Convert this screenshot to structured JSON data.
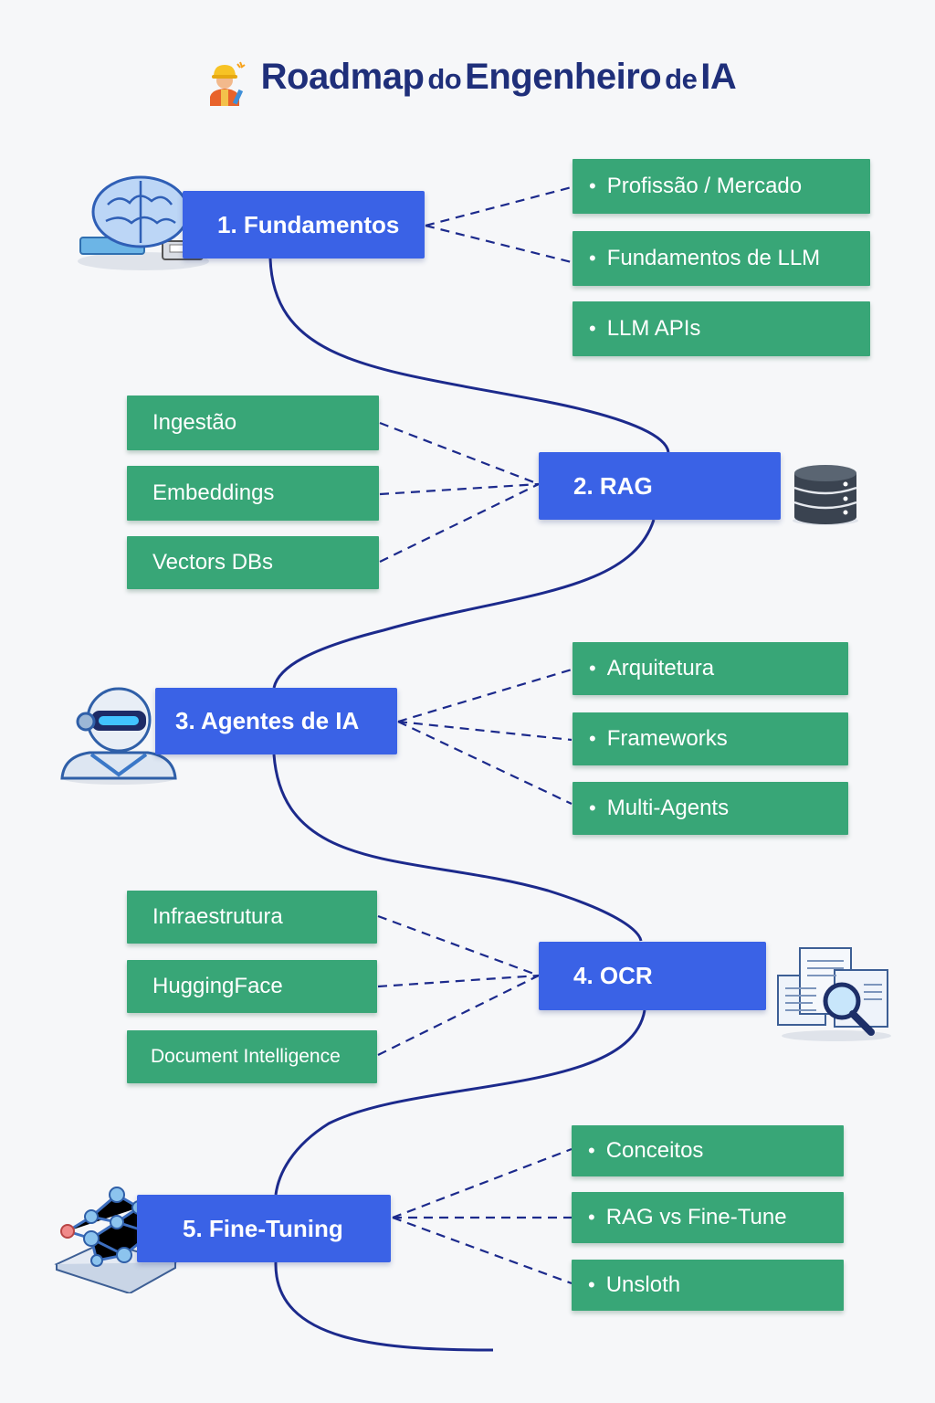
{
  "title": {
    "part1": "Roadmap",
    "part2": "do",
    "part3": "Engenheiro",
    "part4": "de",
    "part5": "IA",
    "icon": "construction-worker-icon"
  },
  "stages": [
    {
      "label": "1. Fundamentos",
      "icon": "brain-icon"
    },
    {
      "label": "2. RAG",
      "icon": "database-icon"
    },
    {
      "label": "3. Agentes de IA",
      "icon": "robot-icon"
    },
    {
      "label": "4. OCR",
      "icon": "document-search-icon"
    },
    {
      "label": "5. Fine-Tuning",
      "icon": "neural-network-icon"
    }
  ],
  "topics": {
    "fundamentos": [
      "Profissão / Mercado",
      "Fundamentos de LLM",
      "LLM APIs"
    ],
    "rag": [
      "Ingestão",
      "Embeddings",
      "Vectors DBs"
    ],
    "agentes": [
      "Arquitetura",
      "Frameworks",
      "Multi-Agents"
    ],
    "ocr": [
      "Infraestrutura",
      "HuggingFace",
      "Document Intelligence"
    ],
    "finetuning": [
      "Conceitos",
      "RAG vs Fine-Tune",
      "Unsloth"
    ]
  },
  "colors": {
    "stage": "#3a62e6",
    "topic": "#38a677",
    "path": "#1c2a8c",
    "title": "#1f2f7a"
  }
}
